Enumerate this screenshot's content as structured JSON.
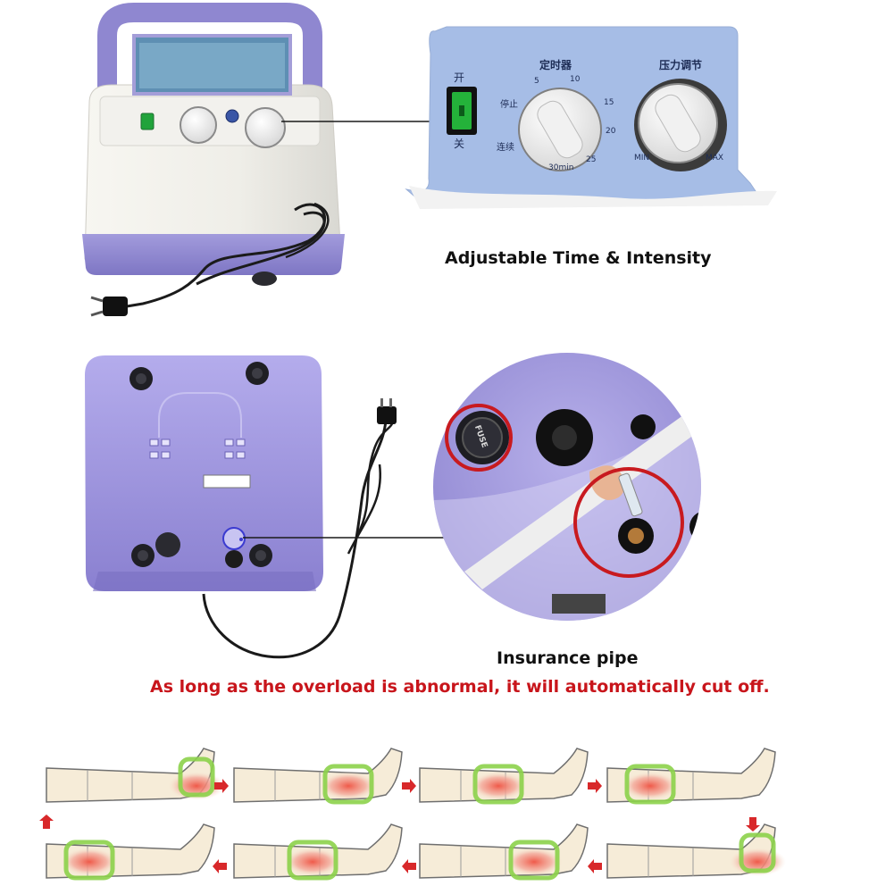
{
  "captions": {
    "adjustable": "Adjustable Time & Intensity",
    "insurance": "Insurance pipe",
    "warning": "As long as the overload is abnormal, it will automatically cut off."
  },
  "panel": {
    "switch_on": "开",
    "switch_off": "关",
    "timer_title": "定时器",
    "pressure_title": "压力调节",
    "timer_stop": "停止",
    "timer_continuous": "连续",
    "timer_ticks": [
      "5",
      "10",
      "15",
      "20",
      "25",
      "30min"
    ],
    "pressure_min": "MIN",
    "pressure_max": "MAX"
  },
  "fuse_label": "FUSE",
  "colors": {
    "device_purple": "#8e86cf",
    "panel_blue": "#9fb9e4",
    "warning_red": "#c8151b",
    "switch_green": "#21a33b"
  }
}
